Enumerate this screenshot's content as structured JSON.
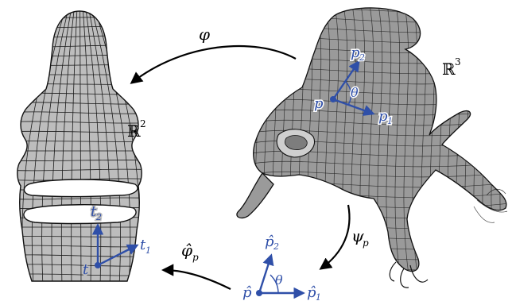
{
  "maps": {
    "phi": "φ",
    "psi_p": "ψ",
    "psi_p_sub": "p",
    "phi_hat_p": "φ̂",
    "phi_hat_p_sub": "p"
  },
  "spaces": {
    "r2_base": "ℝ",
    "r2_exp": "2",
    "r3_base": "ℝ",
    "r3_exp": "3"
  },
  "surface_frame": {
    "point": "p",
    "e1": "p",
    "e1_sub": "1",
    "e2": "p",
    "e2_sub": "2",
    "angle": "θ"
  },
  "plane_frame": {
    "point": "t",
    "e1": "t",
    "e1_sub": "1",
    "e2": "t",
    "e2_sub": "2"
  },
  "reference_frame": {
    "point": "p̂",
    "e1": "p̂",
    "e1_sub": "1",
    "e2": "p̂",
    "e2_sub": "2",
    "angle": "θ"
  },
  "colors": {
    "vector_blue": "#2f4fa8",
    "mesh_gray": "#bdbdbd",
    "frog_gray": "#9a9a9a"
  }
}
